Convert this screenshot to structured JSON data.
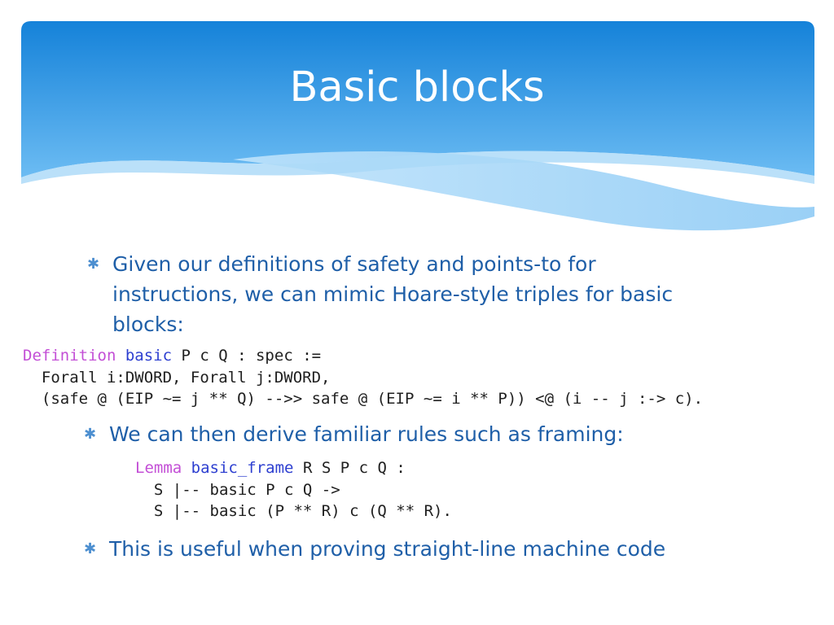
{
  "slide": {
    "title": "Basic blocks",
    "colors": {
      "header_top": "#1582d9",
      "header_bottom": "#7fc4f5",
      "bullet_text": "#1f5fa8",
      "keyword": "#c34fd6",
      "identifier": "#2d3fd0",
      "code_text": "#202020"
    }
  },
  "bullets": [
    {
      "icon": "asterisk",
      "lines": [
        "Given our definitions of safety and points-to for",
        "instructions, we can mimic Hoare-style triples for basic",
        "blocks:"
      ]
    },
    {
      "icon": "asterisk",
      "lines": [
        "We can then derive familiar rules such as framing:"
      ]
    },
    {
      "icon": "asterisk",
      "lines": [
        "This is useful when proving straight-line machine code"
      ]
    }
  ],
  "code_definition": {
    "keyword": "Definition",
    "name": "basic",
    "line1_rest": " P c Q : spec :=",
    "line2": "  Forall i:DWORD, Forall j:DWORD,",
    "line3": "  (safe @ (EIP ~= j ** Q) -->> safe @ (EIP ~= i ** P)) <@ (i -- j :-> c)."
  },
  "code_lemma": {
    "keyword": "Lemma",
    "name": "basic_frame",
    "line1_rest": " R S P c Q :",
    "line2": "  S |-- basic P c Q ->",
    "line3": "  S |-- basic (P ** R) c (Q ** R)."
  }
}
